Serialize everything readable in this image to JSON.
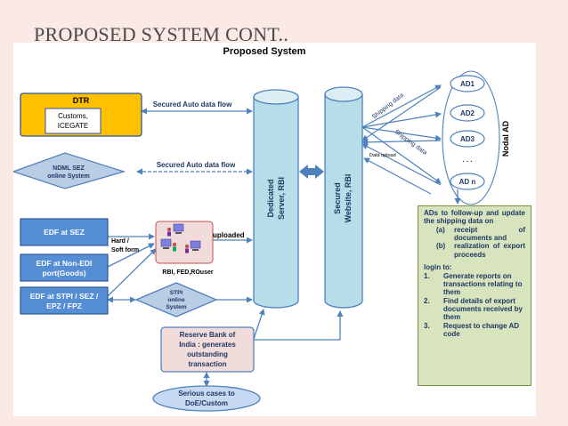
{
  "slide": {
    "title": "PROPOSED SYSTEM CONT.."
  },
  "diagram": {
    "title": "Proposed System",
    "dtr": {
      "title": "DTR",
      "inner_lines": [
        "Customs,",
        "ICEGATE"
      ]
    },
    "ndml": {
      "lines": [
        "NDML SEZ",
        "online System"
      ]
    },
    "edf_sez": "EDF at SEZ",
    "edf_nonedi": [
      "EDF at Non-EDI",
      "port(Goods)"
    ],
    "edf_stpi": [
      "EDF at STPI / SEZ /",
      "EPZ / FPZ"
    ],
    "hard_soft": [
      "Hard /",
      "Soft form"
    ],
    "uploaded": "uploaded",
    "users_caption": "RBI, FED,ROuser",
    "stpi_online": [
      "STPI",
      "online",
      "System"
    ],
    "rbi_box": [
      "Reserve Bank of",
      "India  : generates",
      "outstanding",
      "transaction"
    ],
    "serious": [
      "Serious cases to",
      "DoE/Custom"
    ],
    "server": [
      "Dedicated",
      "Server, RBI"
    ],
    "website": [
      "Secured",
      "Website, RBI"
    ],
    "flow1": "Secured Auto data flow",
    "flow2": "Secured Auto data flow",
    "shipping1": "Shipping data",
    "shipping2": "Shipping data",
    "data_upload": "Data upload",
    "ads": [
      "AD1",
      "AD2",
      "AD3",
      "AD n"
    ],
    "ad_dots": ". . .",
    "nodal": "Nodal AD",
    "notes": {
      "intro": "ADs to follow-up and update the shipping data on",
      "sub": [
        {
          "marker": "(a)",
          "text": "receipt of documents and"
        },
        {
          "marker": "(b)",
          "text": "realization of export proceeds"
        }
      ],
      "login": "login to:",
      "items": [
        {
          "marker": "1.",
          "text": "Generate reports on transactions relating to them"
        },
        {
          "marker": "2.",
          "text": "Find details of export documents received by them"
        },
        {
          "marker": "3.",
          "text": "Request to change AD code"
        }
      ]
    }
  },
  "colors": {
    "background": "#fbe9e6",
    "arrow_blue": "#4f81bd",
    "cylinder_fill": "#b7dde8",
    "box_fill": "#558ed5",
    "dtr_fill": "#ffc000",
    "note_fill": "#d7e4bd",
    "users_fill": "#f2dcdb",
    "text_dark": "#1f3864"
  }
}
